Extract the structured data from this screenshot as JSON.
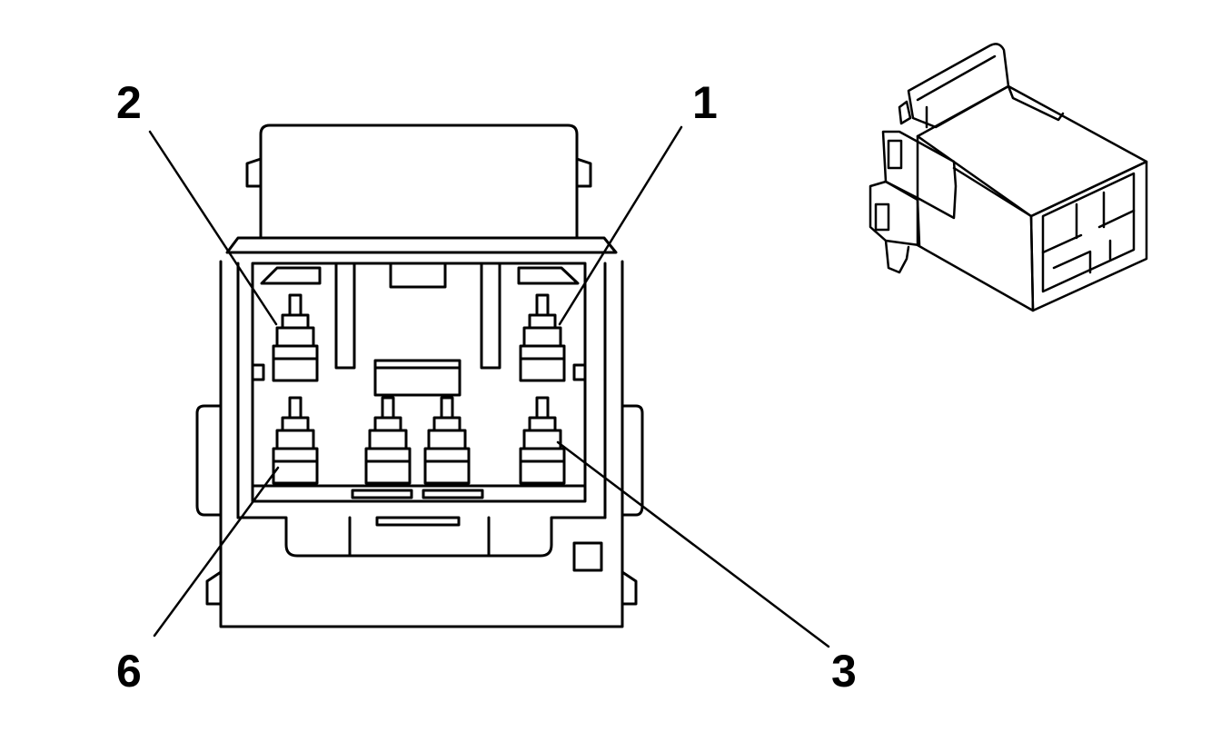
{
  "labels": {
    "pin_1": "1",
    "pin_2": "2",
    "pin_3": "3",
    "pin_6": "6"
  },
  "style": {
    "line_color": "#000000",
    "background": "#ffffff"
  }
}
